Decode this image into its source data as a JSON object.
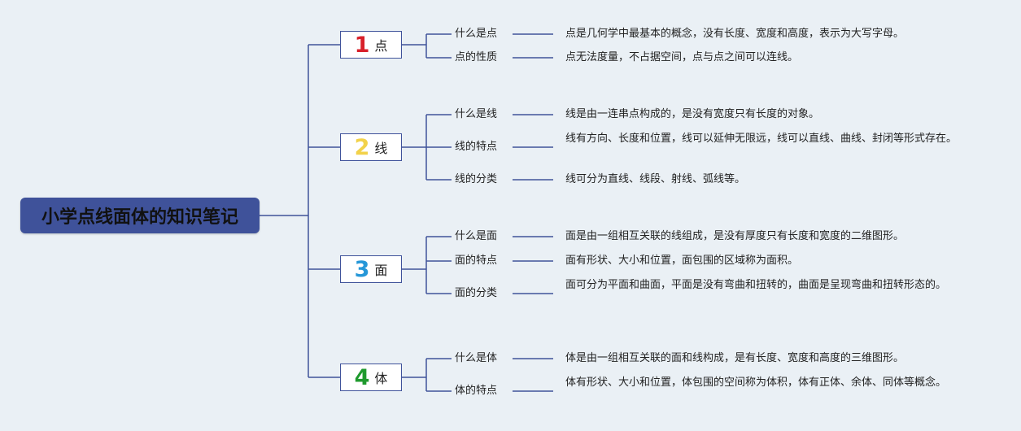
{
  "root": {
    "title": "小学点线面体的知识笔记"
  },
  "branches": [
    {
      "number": "1",
      "label": "点",
      "color": "#d8202a",
      "items": [
        {
          "title": "什么是点",
          "desc": "点是几何学中最基本的概念，没有长度、宽度和高度，表示为大写字母。"
        },
        {
          "title": "点的性质",
          "desc": "点无法度量，不占据空间，点与点之间可以连线。"
        }
      ]
    },
    {
      "number": "2",
      "label": "线",
      "color": "#f2d24a",
      "items": [
        {
          "title": "什么是线",
          "desc": "线是由一连串点构成的，是没有宽度只有长度的对象。"
        },
        {
          "title": "线的特点",
          "desc": "线有方向、长度和位置，线可以延伸无限远，线可以直线、曲线、封闭等形式存在。"
        },
        {
          "title": "线的分类",
          "desc": "线可分为直线、线段、射线、弧线等。"
        }
      ]
    },
    {
      "number": "3",
      "label": "面",
      "color": "#2597d8",
      "items": [
        {
          "title": "什么是面",
          "desc": "面是由一组相互关联的线组成，是没有厚度只有长度和宽度的二维图形。"
        },
        {
          "title": "面的特点",
          "desc": "面有形状、大小和位置，面包围的区域称为面积。"
        },
        {
          "title": "面的分类",
          "desc": "面可分为平面和曲面，平面是没有弯曲和扭转的，曲面是呈现弯曲和扭转形态的。"
        }
      ]
    },
    {
      "number": "4",
      "label": "体",
      "color": "#1f9a2e",
      "items": [
        {
          "title": "什么是体",
          "desc": "体是由一组相互关联的面和线构成，是有长度、宽度和高度的三维图形。"
        },
        {
          "title": "体的特点",
          "desc": "体有形状、大小和位置，体包围的空间称为体积，体有正体、余体、同体等概念。"
        }
      ]
    }
  ]
}
